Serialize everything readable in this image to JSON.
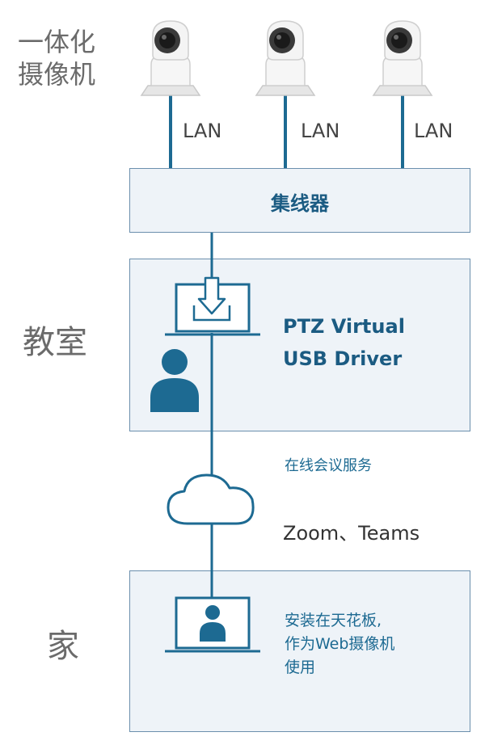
{
  "labels": {
    "camera_line1": "一体化",
    "camera_line2": "摄像机",
    "classroom": "教室",
    "home": "家"
  },
  "links": {
    "lan_1": "LAN",
    "lan_2": "LAN",
    "lan_3": "LAN"
  },
  "hub": {
    "label": "集线器"
  },
  "classroom_box": {
    "driver_line1": "PTZ Virtual",
    "driver_line2": "USB Driver"
  },
  "online": {
    "service": "在线会议服务",
    "platforms": "Zoom、Teams"
  },
  "home_box": {
    "note_line1": "安装在天花板,",
    "note_line2": "作为Web摄像机",
    "note_line3": "使用"
  },
  "colors": {
    "line": "#1d6a92",
    "box_fill": "#eef3f8",
    "box_border": "#6b8fad",
    "person": "#1d6a92",
    "camera_body": "#f4f4f4"
  },
  "icons": [
    "ptz-camera-icon",
    "download-laptop-icon",
    "person-icon",
    "cloud-icon",
    "video-call-laptop-icon"
  ]
}
